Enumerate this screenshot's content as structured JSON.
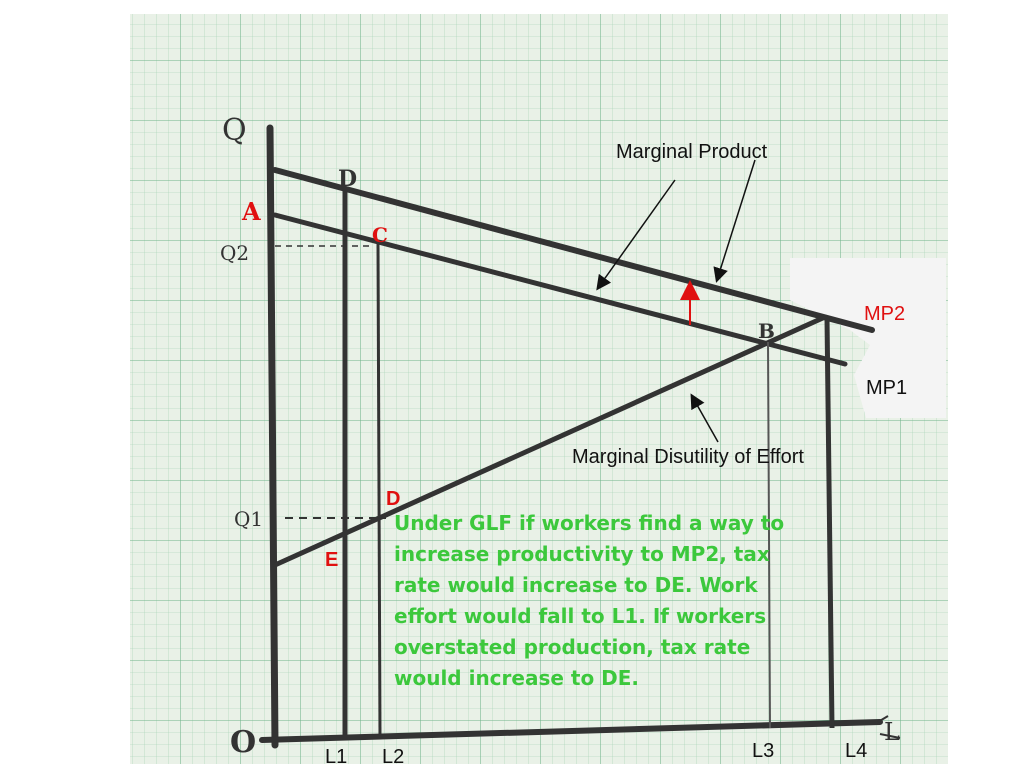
{
  "diagram": {
    "annotations": {
      "marginal_product": "Marginal Product",
      "marginal_disutility": "Marginal Disutility of Effort",
      "mp2": "MP2",
      "mp1": "MP1"
    },
    "axis_labels": {
      "quantity": "Q",
      "origin": "O",
      "labor_end": "L"
    },
    "points": {
      "a": "A",
      "b": "B",
      "c": "C",
      "d_top": "D",
      "d_red": "D",
      "e": "E"
    },
    "levels": {
      "q2": "Q2",
      "q1": "Q1"
    },
    "labor_ticks": {
      "l1": "L1",
      "l2": "L2",
      "l3": "L3",
      "l4": "L4"
    },
    "note": "Under GLF if workers find a way to increase productivity to MP2, tax rate would increase to DE. Work effort would fall to L1. If workers overstated production, tax rate would increase to DE.",
    "colors": {
      "paper": "#e9f1e7",
      "grid": "#7fbf9a",
      "ink": "#333333",
      "red": "#e01010",
      "green": "#3cc83c"
    }
  }
}
